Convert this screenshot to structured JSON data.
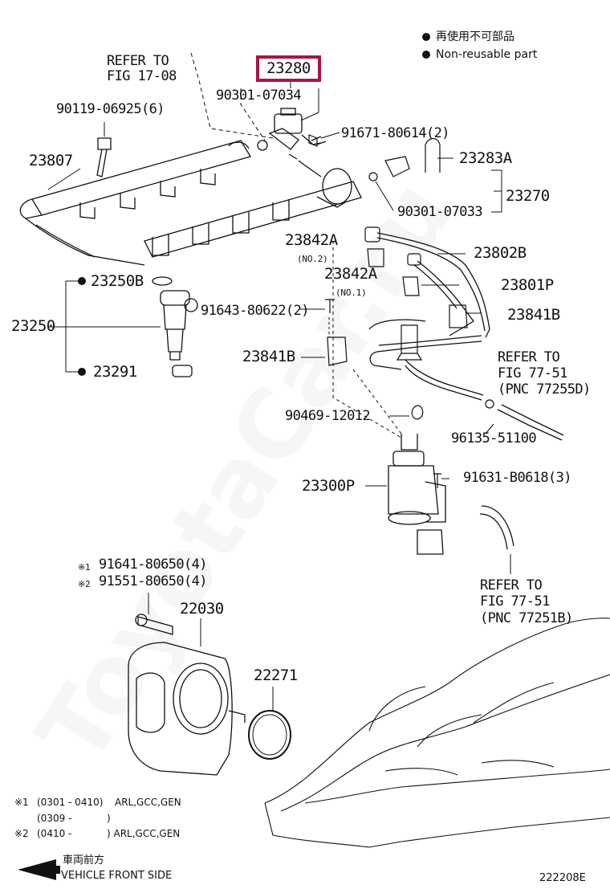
{
  "legend": {
    "jp": "再使用不可部品",
    "en": "Non-reusable part"
  },
  "highlighted_part": "23280",
  "refs": {
    "fig_17_08_line1": "REFER TO",
    "fig_17_08_line2": "FIG 17-08",
    "fig_77_51_a_line1": "REFER TO",
    "fig_77_51_a_line2": "FIG 77-51",
    "fig_77_51_a_line3": "(PNC 77255D)",
    "fig_77_51_b_line1": "REFER TO",
    "fig_77_51_b_line2": "FIG 77-51",
    "fig_77_51_b_line3": "(PNC 77251B)"
  },
  "parts": {
    "p90301_07034": "90301-07034",
    "p90119_06925": "90119-06925(6)",
    "p91671_80614": "91671-80614(2)",
    "p23807": "23807",
    "p23283A": "23283A",
    "p23270": "23270",
    "p90301_07033": "90301-07033",
    "p23842A_no2": "23842A",
    "no2": "(NO.2)",
    "p23802B": "23802B",
    "p23842A_no1": "23842A",
    "no1": "(NO.1)",
    "p23801P": "23801P",
    "p23250B": "23250B",
    "p23250": "23250",
    "p91643_80622": "91643-80622(2)",
    "p23841B_right": "23841B",
    "p23841B_left": "23841B",
    "p23291": "23291",
    "p90469_12012": "90469-12012",
    "p96135_51100": "96135-51100",
    "p23300P": "23300P",
    "p91631_B0618": "91631-B0618(3)",
    "p91641_80650": "91641-80650(4)",
    "p91551_80650": "91551-80650(4)",
    "mark1": "※1",
    "mark2": "※2",
    "p22030": "22030",
    "p22271": "22271"
  },
  "footnotes": {
    "n1_mark": "※1",
    "n1_range": "(0301 - 0410)",
    "n1_codes": "ARL,GCC,GEN",
    "n1b_range": "(0309 -",
    "n1b_close": ")",
    "n2_mark": "※2",
    "n2_range": "(0410 -",
    "n2_codes": ") ARL,GCC,GEN"
  },
  "front": {
    "jp": "車両前方",
    "en": "VEHICLE FRONT SIDE"
  },
  "diagram_id": "222208E",
  "watermark": "ToyotaCar.ru",
  "colors": {
    "highlight": "#a4164a",
    "ink": "#111111"
  }
}
